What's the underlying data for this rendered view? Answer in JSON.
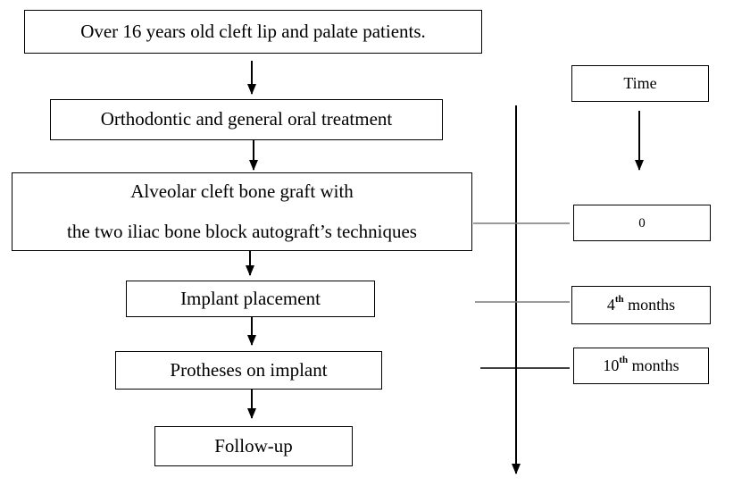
{
  "flow": {
    "step1": "Over 16 years old cleft lip and palate patients.",
    "step2": "Orthodontic and general oral treatment",
    "step3_line1": "Alveolar cleft bone graft with",
    "step3_line2": "the two iliac bone block autograft’s techniques",
    "step4": "Implant placement",
    "step5": "Protheses on implant",
    "step6": "Follow-up"
  },
  "timeline": {
    "header": "Time",
    "t0": "0",
    "t1_num": "4",
    "t1_sup": "th",
    "t1_unit": " months",
    "t2_num": "10",
    "t2_sup": "th",
    "t2_unit": " months"
  }
}
